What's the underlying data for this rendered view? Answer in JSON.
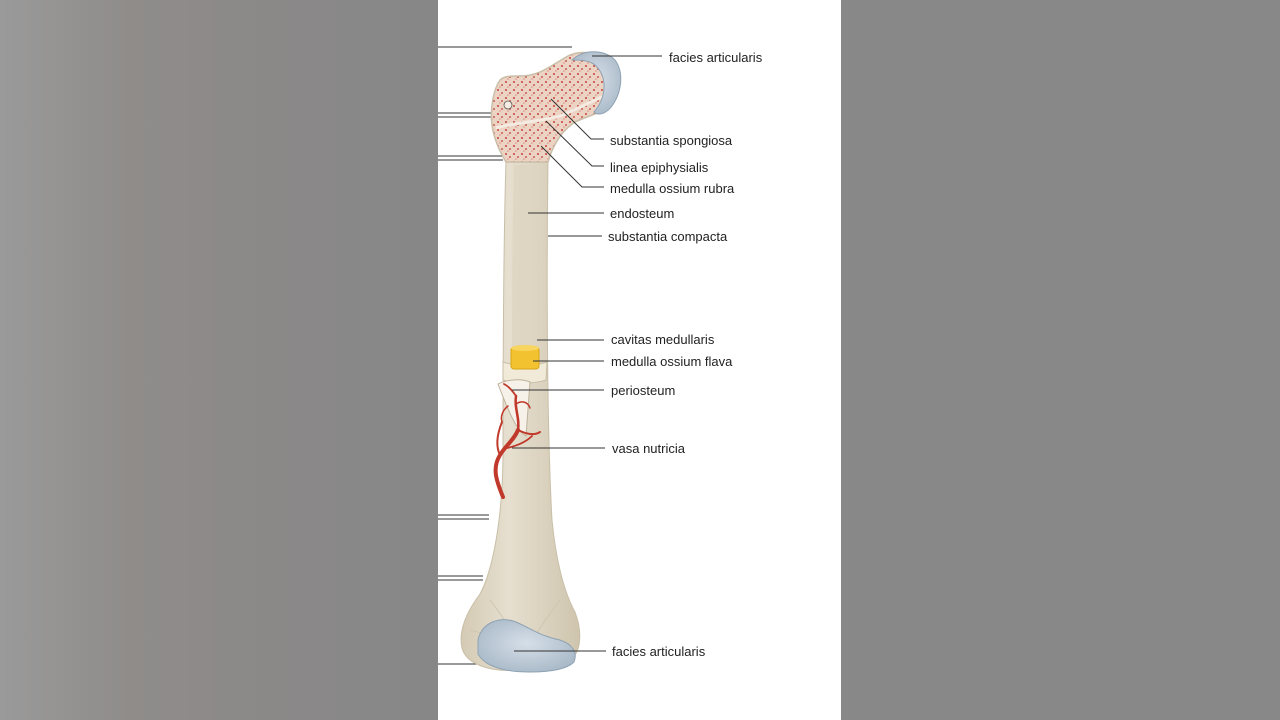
{
  "colors": {
    "background": "#878787",
    "panel": "#ffffff",
    "bone": "#e3dccb",
    "bone_shade": "#d2c9b4",
    "articular_cartilage": "#b9c6d2",
    "spongy_bone": "#e9c8b8",
    "marrow_red": "#c0392b",
    "yellow_marrow": "#f2c230",
    "vessel": "#c0392b",
    "leader_line": "#333333"
  },
  "labels": {
    "facies_articularis_top": "facies articularis",
    "substantia_spongiosa": "substantia spongiosa",
    "linea_epiphysialis": "linea epiphysialis",
    "medulla_ossium_rubra": "medulla ossium rubra",
    "endosteum": "endosteum",
    "substantia_compacta": "substantia compacta",
    "cavitas_medullaris": "cavitas medullaris",
    "medulla_ossium_flava": "medulla ossium flava",
    "periosteum": "periosteum",
    "vasa_nutricia": "vasa nutricia",
    "facies_articularis_bottom": "facies articularis"
  }
}
